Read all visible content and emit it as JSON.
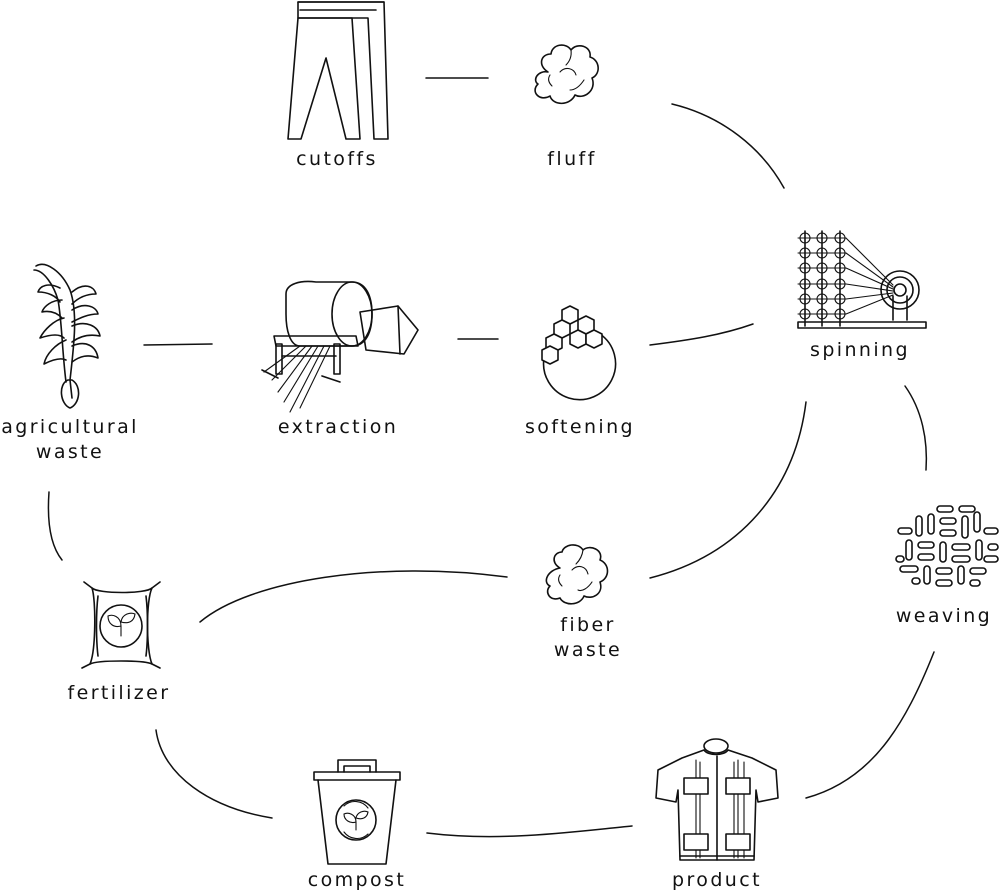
{
  "diagram": {
    "nodes": {
      "cutoffs": {
        "label": "cutoffs"
      },
      "fluff": {
        "label": "fluff"
      },
      "spinning": {
        "label": "spinning"
      },
      "agricultural_waste": {
        "label_line1": "agricultural",
        "label_line2": "waste"
      },
      "extraction": {
        "label": "extraction"
      },
      "softening": {
        "label": "softening"
      },
      "weaving": {
        "label": "weaving"
      },
      "fertilizer": {
        "label": "fertilizer"
      },
      "fiber_waste": {
        "label_line1": "fiber",
        "label_line2": "waste"
      },
      "compost": {
        "label": "compost"
      },
      "product": {
        "label": "product"
      }
    },
    "edges": [
      [
        "cutoffs",
        "fluff"
      ],
      [
        "fluff",
        "spinning"
      ],
      [
        "agricultural_waste",
        "extraction"
      ],
      [
        "extraction",
        "softening"
      ],
      [
        "softening",
        "spinning"
      ],
      [
        "spinning",
        "weaving"
      ],
      [
        "spinning",
        "fiber_waste"
      ],
      [
        "weaving",
        "product"
      ],
      [
        "fiber_waste",
        "fertilizer"
      ],
      [
        "agricultural_waste",
        "fertilizer"
      ],
      [
        "fertilizer",
        "compost"
      ],
      [
        "compost",
        "product"
      ]
    ],
    "icons": {
      "cutoffs": "pants-icon",
      "fluff": "cotton-fluff-icon",
      "spinning": "spinning-machine-icon",
      "agricultural_waste": "banana-plant-icon",
      "extraction": "extraction-machine-icon",
      "softening": "hexagon-molecule-icon",
      "weaving": "woven-fabric-icon",
      "fertilizer": "fertilizer-bag-icon",
      "fiber_waste": "cotton-fiber-icon",
      "compost": "compost-bin-icon",
      "product": "shirt-icon"
    },
    "colors": {
      "ink": "#111111",
      "background": "#ffffff"
    }
  }
}
